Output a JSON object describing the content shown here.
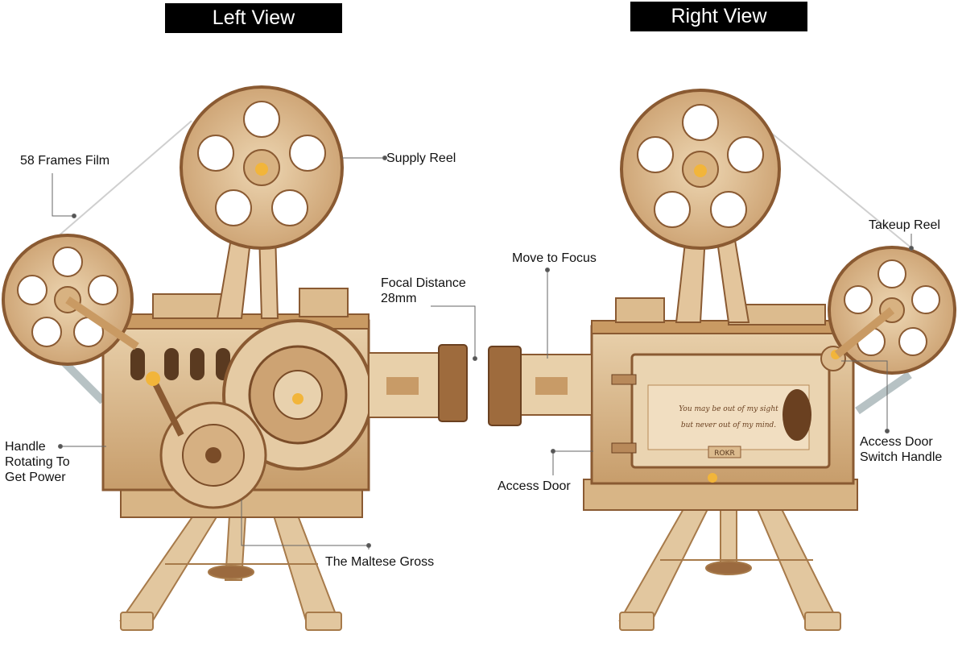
{
  "titles": {
    "left": "Left View",
    "right": "Right View"
  },
  "left_callouts": {
    "film": "58 Frames Film",
    "supply_reel": "Supply Reel",
    "focal_distance": "Focal Distance\n28mm",
    "handle": "Handle\nRotating To\nGet Power",
    "maltese": "The Maltese Gross"
  },
  "right_callouts": {
    "focus": "Move to Focus",
    "takeup_reel": "Takeup Reel",
    "access_door_handle": "Access Door\nSwitch Handle",
    "access_door": "Access Door"
  },
  "door_plate": {
    "line1": "You may be out of my sight",
    "line2": "but never out of my mind.",
    "brand": "ROKR"
  },
  "colors": {
    "wood_light": "#e8cfa8",
    "wood_mid": "#d2ad7c",
    "wood_dark": "#8a5a32",
    "accent_knob": "#f2b53a"
  }
}
